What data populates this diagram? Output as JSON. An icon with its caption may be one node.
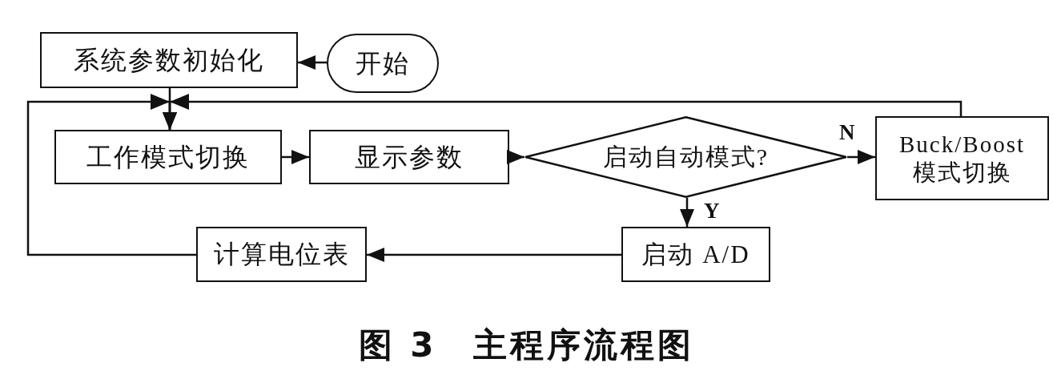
{
  "diagram": {
    "caption": "图 3　主程序流程图",
    "nodes": [
      {
        "text": [
          "开始"
        ]
      },
      {
        "text": [
          "系统参数初始化"
        ]
      },
      {
        "text": [
          "工作模式切换"
        ]
      },
      {
        "text": [
          "显示参数"
        ]
      },
      {
        "text": [
          "启动自动模式?"
        ]
      },
      {
        "text": [
          "Buck/Boost 模式切换"
        ]
      },
      {
        "text": [
          "启动 A/D"
        ]
      },
      {
        "text": [
          "计算电位表"
        ]
      }
    ],
    "edges": [
      {
        "from": 0,
        "to": 1,
        "arrow": "to"
      },
      {
        "from": 1,
        "to": 2,
        "arrow": "to"
      },
      {
        "from": 5,
        "to": 2,
        "arrow": "to"
      },
      {
        "from": 7,
        "to": 2,
        "arrow": "to"
      },
      {
        "from": 2,
        "to": 3,
        "arrow": "to"
      },
      {
        "from": 3,
        "to": 4,
        "arrow": "to"
      },
      {
        "from": 4,
        "to": 5,
        "arrow": "to",
        "label": "N"
      },
      {
        "from": 4,
        "to": 6,
        "arrow": "to",
        "label": "Y"
      },
      {
        "from": 6,
        "to": 7,
        "arrow": "to"
      }
    ]
  }
}
